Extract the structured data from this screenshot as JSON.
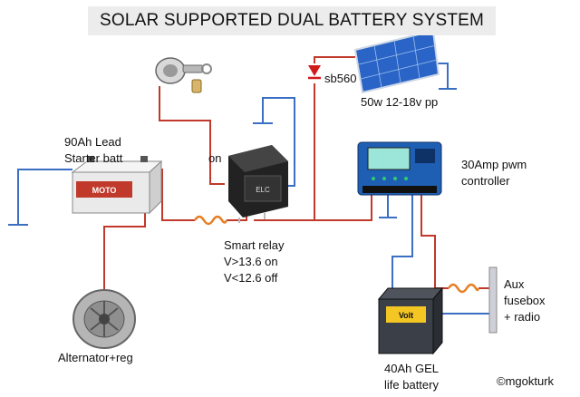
{
  "title": "SOLAR SUPPORTED DUAL BATTERY SYSTEM",
  "labels": {
    "starter_line1": "90Ah Lead",
    "starter_line2": "Starter batt",
    "ignition_on": "on",
    "diode": "sb560",
    "panel": "50w 12-18v pp",
    "controller_line1": "30Amp pwm",
    "controller_line2": "controller",
    "relay_line1": "Smart relay",
    "relay_line2": "V>13.6 on",
    "relay_line3": "V<12.6 off",
    "alternator": "Alternator+reg",
    "aux_line1": "Aux",
    "aux_line2": "fusebox",
    "aux_line3": "+ radio",
    "gel_line1": "40Ah GEL",
    "gel_line2": "life battery",
    "credit": "©mgokturk",
    "starter_brand": "MOTO",
    "gel_brand": "Volt"
  },
  "colors": {
    "positive_wire": "#c0392b",
    "negative_wire": "#3a6fc4",
    "title_bg": "#ececec",
    "panel_blue": "#2a64c7"
  },
  "icons": [
    "ignition-switch-icon",
    "solar-panel-icon",
    "relay-icon",
    "charge-controller-icon",
    "starter-battery-icon",
    "gel-battery-icon",
    "alternator-icon",
    "fuse-icon",
    "diode-icon",
    "ground-icon",
    "fusebox-icon"
  ]
}
